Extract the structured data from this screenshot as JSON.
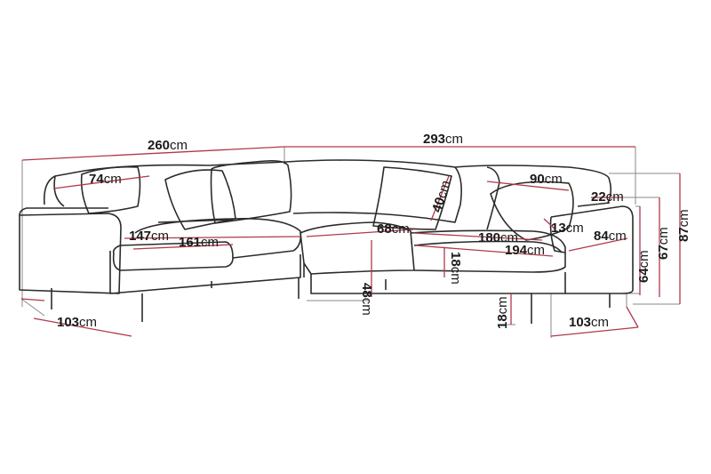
{
  "colors": {
    "outline": "#2b2b2b",
    "dimension_line": "#b0394a",
    "guide_line": "#8a8a8a",
    "background": "#ffffff"
  },
  "unit": "cm",
  "dimensions": {
    "total_width_left": "260",
    "total_width_right": "293",
    "back_cushion_left": "74",
    "back_cushion_right": "90",
    "back_cushion_height": "40",
    "armrest_top": "22",
    "total_height": "87",
    "armrest_height": "67",
    "back_height": "64",
    "armrest_thickness": "13",
    "depth_right": "84",
    "seat_left_inner": "147",
    "seat_left_outer": "161",
    "corner_seat": "68",
    "seat_right_inner": "180",
    "seat_right_outer": "194",
    "seat_height": "48",
    "seat_cushion_thickness": "18",
    "leg_height": "18",
    "depth_left_bottom": "103",
    "depth_right_bottom": "103"
  }
}
